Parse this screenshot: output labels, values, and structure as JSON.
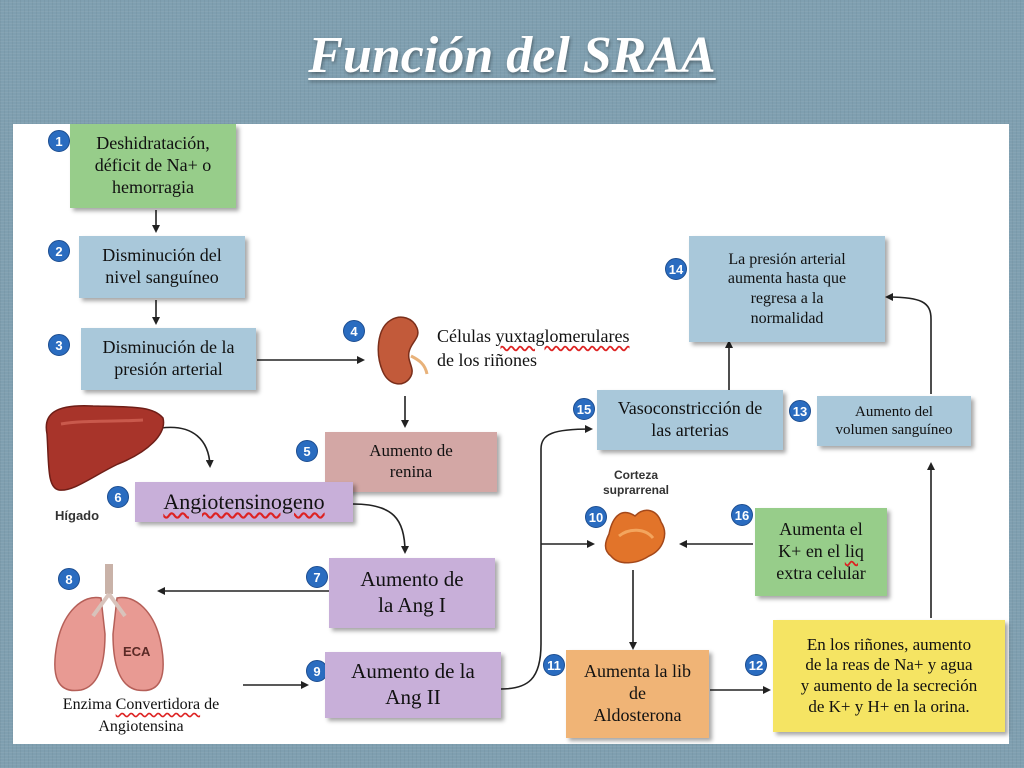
{
  "title": "Función del SRAA",
  "steps": {
    "s1": {
      "num": "1",
      "lines": [
        "Deshidratación,",
        "déficit de Na+ o",
        "hemorragia"
      ]
    },
    "s2": {
      "num": "2",
      "lines": [
        "Disminución del",
        "nivel sanguíneo"
      ]
    },
    "s3": {
      "num": "3",
      "lines": [
        "Disminución de la",
        "presión arterial"
      ]
    },
    "s4": {
      "num": "4",
      "lines": [
        "Células yuxtaglomerulares",
        "de los riñones"
      ],
      "underlined": "yuxtaglomerulares"
    },
    "s5": {
      "num": "5",
      "lines": [
        "Aumento de",
        "renina"
      ]
    },
    "s6": {
      "num": "6",
      "text": "Angiotensinogeno"
    },
    "s7": {
      "num": "7",
      "lines": [
        "Aumento  de",
        "la Ang I"
      ]
    },
    "s8": {
      "num": "8",
      "lines": [
        "Enzima Convertidora de",
        "Angiotensina"
      ]
    },
    "s9": {
      "num": "9",
      "lines": [
        "Aumento de la",
        "Ang II"
      ]
    },
    "s10": {
      "num": "10",
      "lines": [
        "Corteza",
        "suprarrenal"
      ]
    },
    "s11": {
      "num": "11",
      "lines": [
        "Aumenta la lib",
        "de",
        "Aldosterona"
      ]
    },
    "s12": {
      "num": "12",
      "lines": [
        "En los riñones, aumento",
        "de la reas de Na+ y agua",
        "y aumento de la secreción",
        "de K+ y H+ en la orina."
      ]
    },
    "s13": {
      "num": "13",
      "lines": [
        "Aumento del",
        "volumen sanguíneo"
      ]
    },
    "s14": {
      "num": "14",
      "lines": [
        "La presión arterial",
        "aumenta hasta que",
        "regresa a la",
        "normalidad"
      ]
    },
    "s15": {
      "num": "15",
      "lines": [
        "Vasoconstricción de",
        "las arterias"
      ]
    },
    "s16": {
      "num": "16",
      "lines": [
        "Aumenta el",
        "K+ en el liq",
        "extra celular"
      ]
    }
  },
  "illustrations": {
    "liver_label": "Hígado",
    "lungs_label": "ECA",
    "kidney": "kidney-illustration",
    "adrenal": "adrenal-cortex-illustration"
  },
  "colors": {
    "green": "#97cd8a",
    "blue": "#a9c8da",
    "pink": "#d3a7a5",
    "purple": "#c8afd9",
    "orange": "#f0b476",
    "yellow": "#f5e463",
    "number_badge": "#2a6cc0"
  }
}
